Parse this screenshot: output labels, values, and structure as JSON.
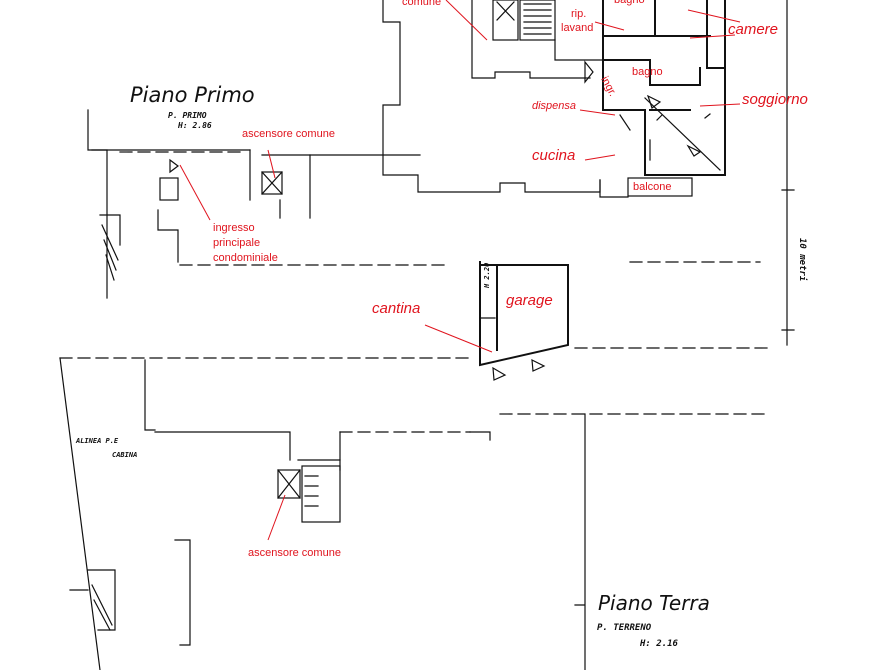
{
  "floors": {
    "first_title": "Piano Primo",
    "ground_title": "Piano Terra",
    "first_stamp_line1": "P. PRIMO",
    "first_stamp_line2": "H: 2.86",
    "ground_stamp_line1": "P. TERRENO",
    "ground_stamp_line2": "H: 2.16"
  },
  "labels": {
    "comune": "comune",
    "rip": "rip.",
    "lavand": "lavand",
    "bagno_top": "bagno",
    "camere": "camere",
    "bagno": "bagno",
    "ingr": "ingr.",
    "soggiorno": "soggiorno",
    "dispensa": "dispensa",
    "cucina": "cucina",
    "balcone": "balcone",
    "ascensore_top": "ascensore comune",
    "ingresso_1": "ingresso",
    "ingresso_2": "principale",
    "ingresso_3": "condominiale",
    "cantina": "cantina",
    "garage": "garage",
    "ascensore_bottom": "ascensore comune"
  },
  "handwritten": {
    "cantina_h": "H 2.20",
    "alinea": "ALINEA P.E",
    "cabina": "CABINA",
    "scale_bar": "10 metri"
  },
  "colors": {
    "annotation": "#e0141e",
    "ink": "#111111",
    "paper": "#ffffff"
  }
}
